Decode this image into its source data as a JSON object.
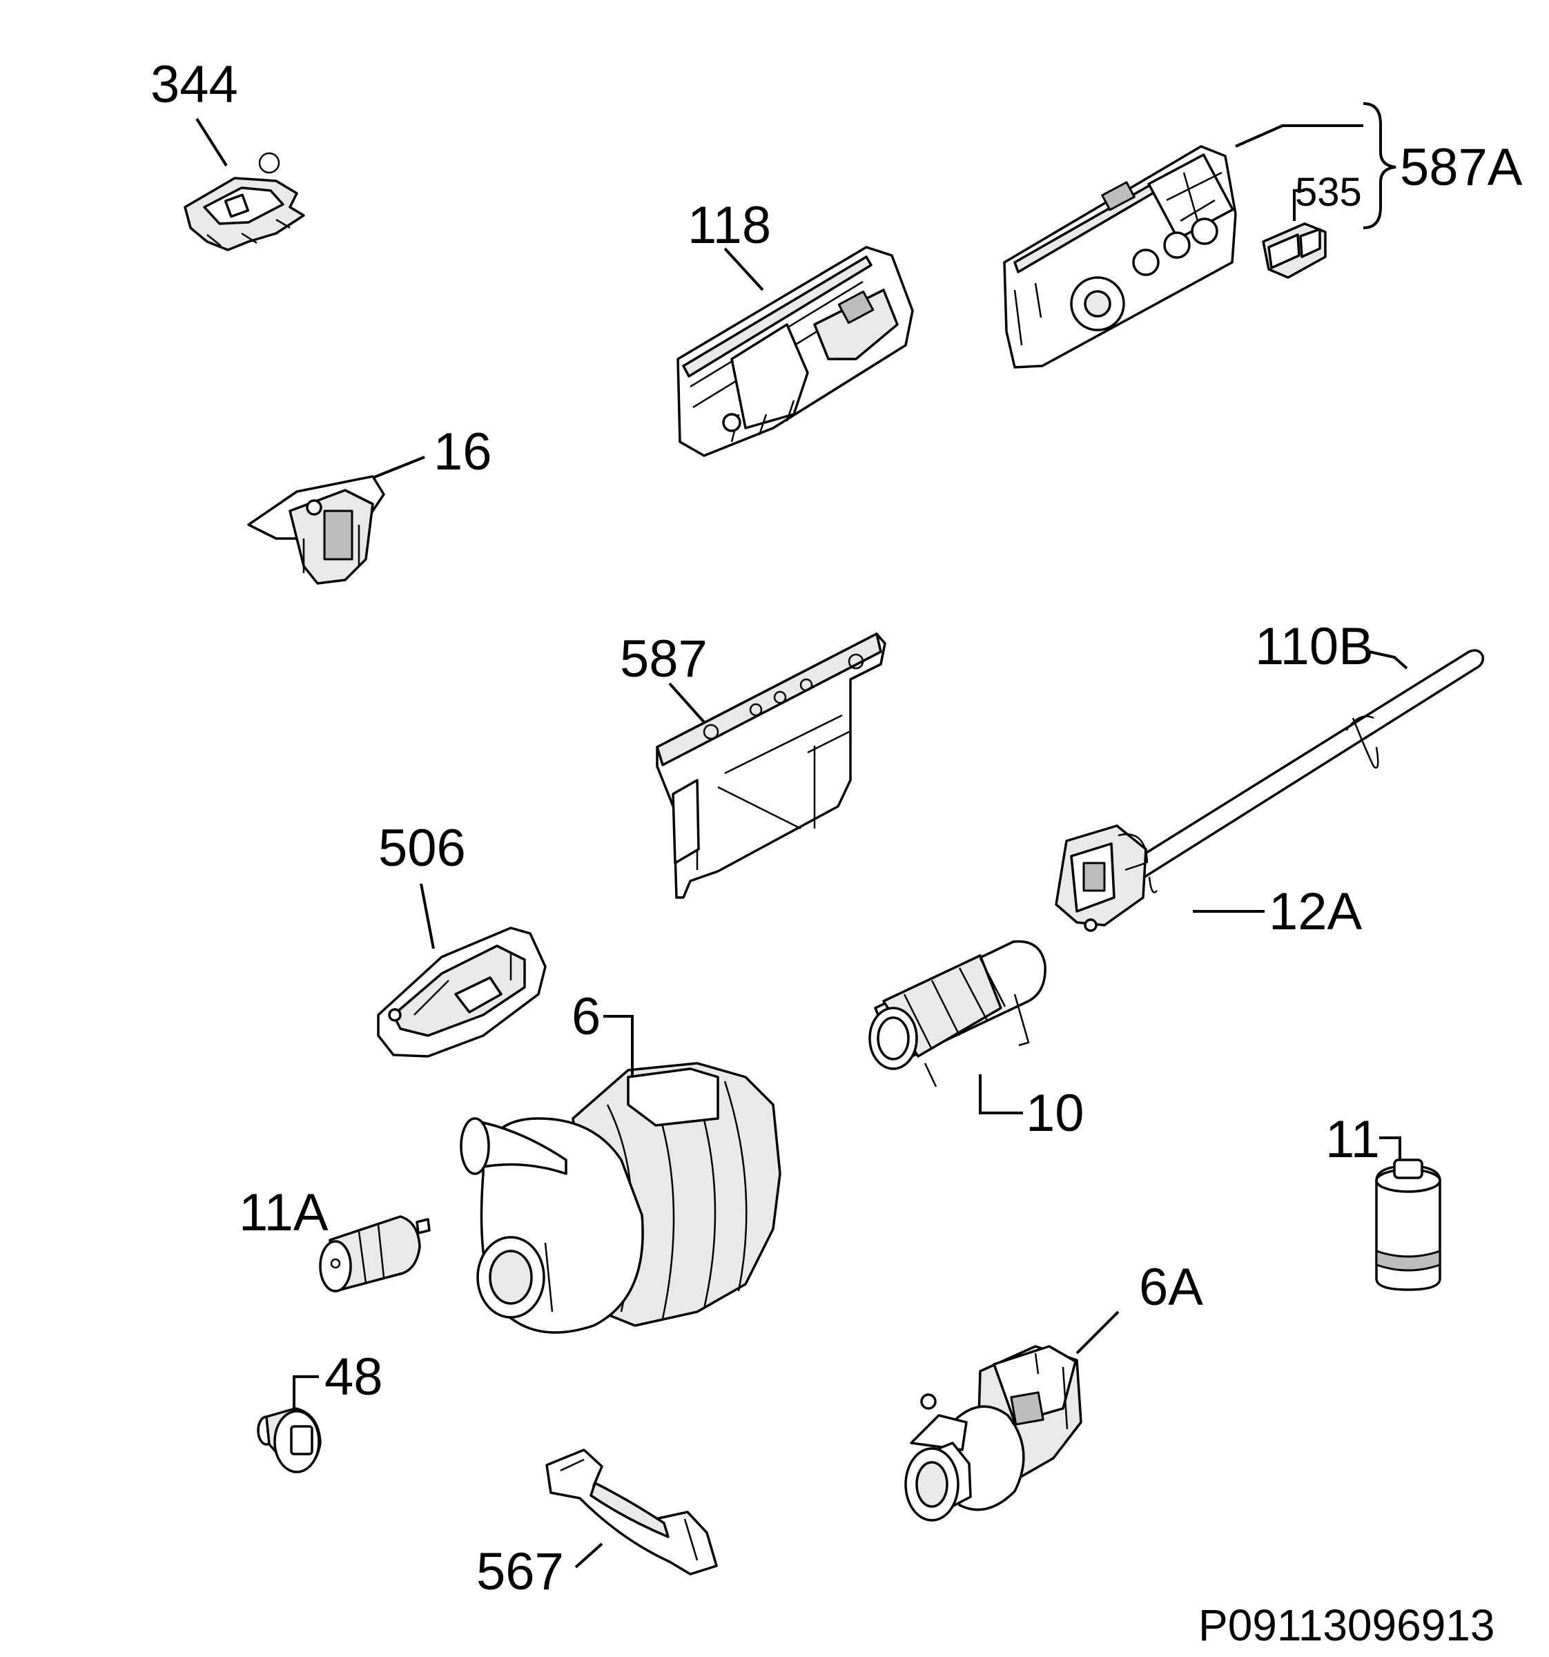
{
  "labels": {
    "l344": "344",
    "l118": "118",
    "l587A": "587A",
    "l535": "535",
    "l16": "16",
    "l587": "587",
    "l110B": "110B",
    "l506": "506",
    "l12A": "12A",
    "l6": "6",
    "l10": "10",
    "l11": "11",
    "l11A": "11A",
    "l6A": "6A",
    "l48": "48",
    "l567": "567"
  },
  "drawing_code": "P09113096913"
}
